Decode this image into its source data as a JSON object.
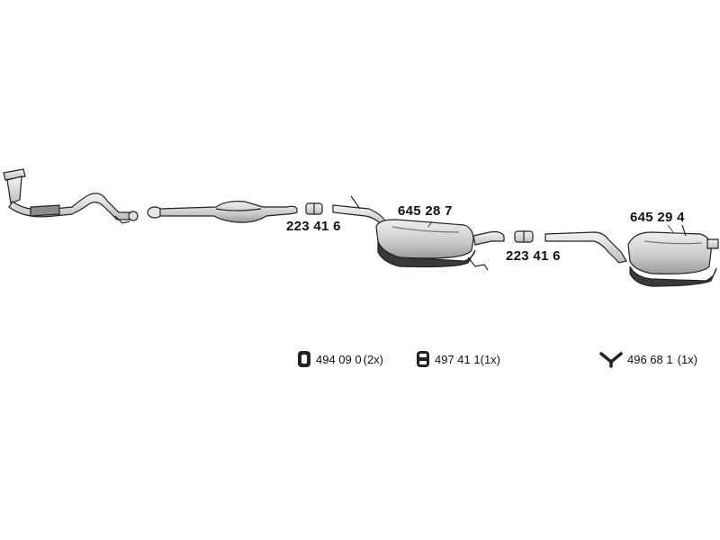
{
  "parts": [
    {
      "id": "middle-connector",
      "number": "223 41 6"
    },
    {
      "id": "middle-silencer",
      "number": "645 28 7"
    },
    {
      "id": "rear-connector",
      "number": "223 41 6"
    },
    {
      "id": "rear-silencer",
      "number": "645 29 4"
    }
  ],
  "accessories": [
    {
      "icon": "rubber-ring-mount-icon",
      "number": "494 09 0",
      "qty": "(2x)"
    },
    {
      "icon": "rubber-double-mount-icon",
      "number": "497 41 1",
      "qty": "(1x)"
    },
    {
      "icon": "y-hanger-icon",
      "number": "496 68 1",
      "qty": "(1x)"
    }
  ],
  "colors": {
    "line": "#222222",
    "body_fill": "#d4d4d4",
    "shadow": "#3a3a3a",
    "background": "#ffffff"
  }
}
